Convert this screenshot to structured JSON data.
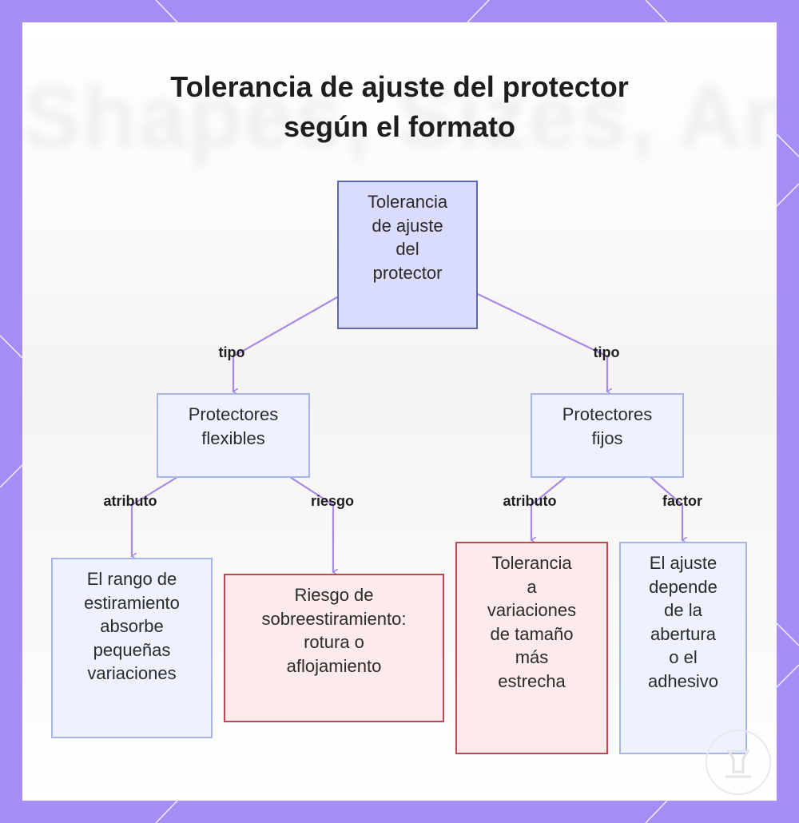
{
  "title": {
    "lines": [
      "Tolerancia de ajuste del protector",
      "según el formato"
    ]
  },
  "background_text": "Shapes, Sizes, And F",
  "colors": {
    "frame": "#a48ef5",
    "edge": "#a58ae6",
    "root_fill": "#d9dcfd",
    "root_border": "#5d6aa8",
    "blue_fill": "#eef2fe",
    "blue_border": "#a7b6e4",
    "red_fill": "#fdeaeb",
    "red_border": "#c24552"
  },
  "nodes": {
    "root": {
      "lines": [
        "Tolerancia",
        "de ajuste",
        "del",
        "protector"
      ]
    },
    "flexible": {
      "lines": [
        "Protectores",
        "flexibles"
      ]
    },
    "fixed": {
      "lines": [
        "Protectores",
        "fijos"
      ]
    },
    "stretch_range": {
      "lines": [
        "El rango de",
        "estiramiento",
        "absorbe",
        "pequeñas",
        "variaciones"
      ]
    },
    "overstretch_risk": {
      "lines": [
        "Riesgo de",
        "sobreestiramiento:",
        "rotura o",
        "aflojamiento"
      ]
    },
    "narrow_tolerance": {
      "lines": [
        "Tolerancia",
        "a",
        "variaciones",
        "de tamaño",
        "más",
        "estrecha"
      ]
    },
    "fit_depends": {
      "lines": [
        "El ajuste",
        "depende",
        "de la",
        "abertura",
        "o el",
        "adhesivo"
      ]
    }
  },
  "edge_labels": {
    "root_flexible": "tipo",
    "root_fixed": "tipo",
    "flexible_attribute": "atributo",
    "flexible_risk": "riesgo",
    "fixed_attribute": "atributo",
    "fixed_factor": "factor"
  }
}
